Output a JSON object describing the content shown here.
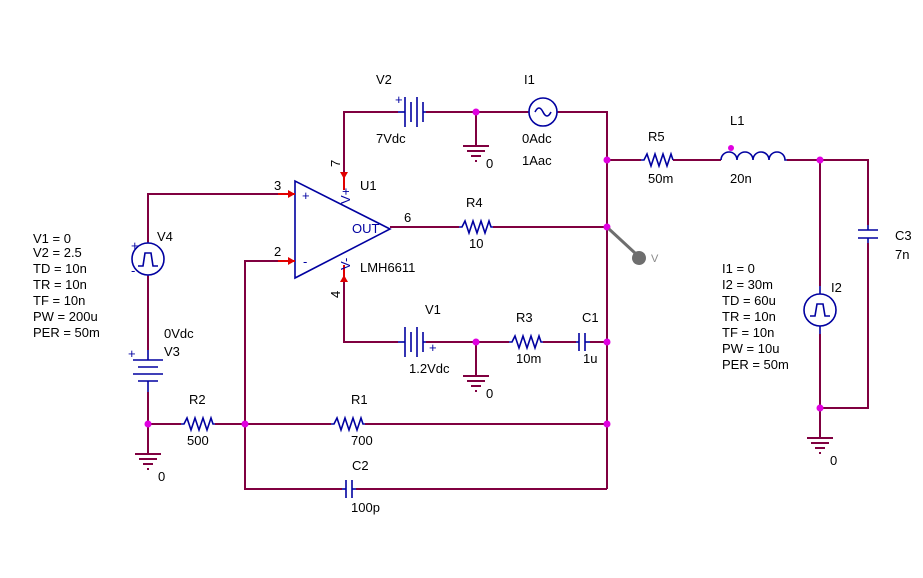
{
  "components": {
    "v2": {
      "ref": "V2",
      "value": "7Vdc"
    },
    "i1": {
      "ref": "I1",
      "value": "0Adc",
      "value2": "1Aac"
    },
    "u1": {
      "ref": "U1",
      "part": "LMH6611",
      "out_label": "OUT",
      "plus": "+",
      "minus": "-",
      "pin3": "3",
      "pin2": "2",
      "pin6": "6",
      "pin7": "7",
      "pin4": "4",
      "vplus": "V+",
      "vminus": "V-"
    },
    "r4": {
      "ref": "R4",
      "value": "10"
    },
    "r5": {
      "ref": "R5",
      "value": "50m"
    },
    "l1": {
      "ref": "L1",
      "value": "20n"
    },
    "c3": {
      "ref": "C3",
      "value": "7n"
    },
    "v4": {
      "ref": "V4",
      "params": [
        "V1 = 0",
        "V2 = 2.5",
        "TD = 10n",
        "TR = 10n",
        "TF = 10n",
        "PW = 200u",
        "PER = 50m"
      ]
    },
    "v3": {
      "ref": "V3",
      "value": "0Vdc"
    },
    "v1": {
      "ref": "V1",
      "value": "1.2Vdc"
    },
    "r3": {
      "ref": "R3",
      "value": "10m"
    },
    "c1": {
      "ref": "C1",
      "value": "1u"
    },
    "r2": {
      "ref": "R2",
      "value": "500"
    },
    "r1": {
      "ref": "R1",
      "value": "700"
    },
    "c2": {
      "ref": "C2",
      "value": "100p"
    },
    "i2": {
      "ref": "I2",
      "params": [
        "I1 = 0",
        "I2 = 30m",
        "TD = 60u",
        "TR = 10n",
        "TF = 10n",
        "PW = 10u",
        "PER = 50m"
      ]
    }
  },
  "grounds": [
    "0",
    "0",
    "0",
    "0"
  ],
  "probe": {
    "label": "V"
  },
  "colors": {
    "wire": "#800040",
    "component": "#0000a0",
    "pin": "#e00000",
    "junction": "#e000e0",
    "probe": "#6e6e6e"
  }
}
